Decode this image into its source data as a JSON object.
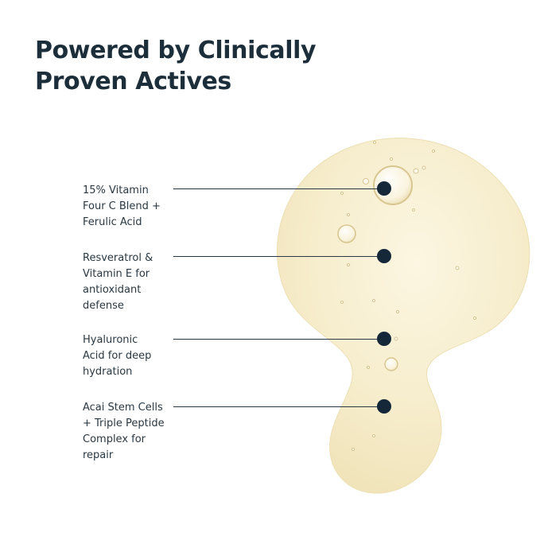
{
  "headline": {
    "line1": "Powered by Clinically",
    "line2": "Proven Actives"
  },
  "ingredients": [
    {
      "lines": [
        "15% Vitamin",
        "Four C Blend +",
        "Ferulic Acid"
      ]
    },
    {
      "lines": [
        "Resveratrol &",
        "Vitamin E for",
        "antioxidant",
        "defense"
      ]
    },
    {
      "lines": [
        "Hyaluronic",
        "Acid for deep",
        "hydration"
      ]
    },
    {
      "lines": [
        "Acai Stem Cells",
        "+ Triple Peptide",
        "Complex for",
        "repair"
      ]
    }
  ],
  "colors": {
    "text": "#1d2e3b",
    "dot": "#14283a",
    "serum": "#f5ebc8",
    "serum_edge": "#e8d9a8"
  }
}
